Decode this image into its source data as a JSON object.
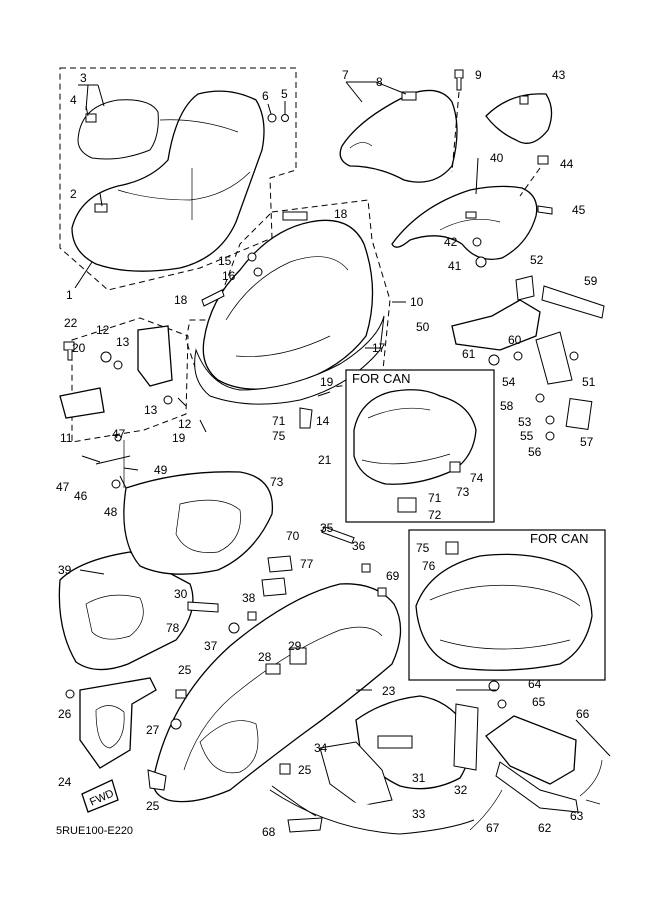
{
  "diagram_code": "5RUE100-E220",
  "boxes": {
    "can_box_1": "FOR CAN",
    "can_box_2": "FOR CAN"
  },
  "fwd_tag": "FWD",
  "callouts": {
    "c1": "1",
    "c2": "2",
    "c3": "3",
    "c4": "4",
    "c5": "5",
    "c6": "6",
    "c7": "7",
    "c8": "8",
    "c9": "9",
    "c10": "10",
    "c11": "11",
    "c12a": "12",
    "c12b": "12",
    "c13a": "13",
    "c13b": "13",
    "c14": "14",
    "c15": "15",
    "c16": "16",
    "c17": "17",
    "c18a": "18",
    "c18b": "18",
    "c19a": "19",
    "c19b": "19",
    "c20": "20",
    "c21": "21",
    "c22": "22",
    "c23": "23",
    "c24": "24",
    "c25a": "25",
    "c25b": "25",
    "c25c": "25",
    "c26": "26",
    "c27": "27",
    "c28": "28",
    "c29": "29",
    "c30": "30",
    "c31": "31",
    "c32": "32",
    "c33": "33",
    "c34": "34",
    "c35": "35",
    "c36": "36",
    "c37": "37",
    "c38": "38",
    "c39": "39",
    "c40": "40",
    "c41": "41",
    "c42": "42",
    "c43": "43",
    "c44": "44",
    "c45": "45",
    "c46": "46",
    "c47a": "47",
    "c47b": "47",
    "c48": "48",
    "c49": "49",
    "c50": "50",
    "c51": "51",
    "c52": "52",
    "c53": "53",
    "c54": "54",
    "c55": "55",
    "c56": "56",
    "c57": "57",
    "c58": "58",
    "c59": "59",
    "c60": "60",
    "c61": "61",
    "c62": "62",
    "c63": "63",
    "c64": "64",
    "c65": "65",
    "c66": "66",
    "c67": "67",
    "c68": "68",
    "c69": "69",
    "c70": "70",
    "c71a": "71",
    "c71b": "71",
    "c72": "72",
    "c73a": "73",
    "c73b": "73",
    "c74": "74",
    "c75a": "75",
    "c75b": "75",
    "c76": "76",
    "c77": "77",
    "c78": "78"
  }
}
